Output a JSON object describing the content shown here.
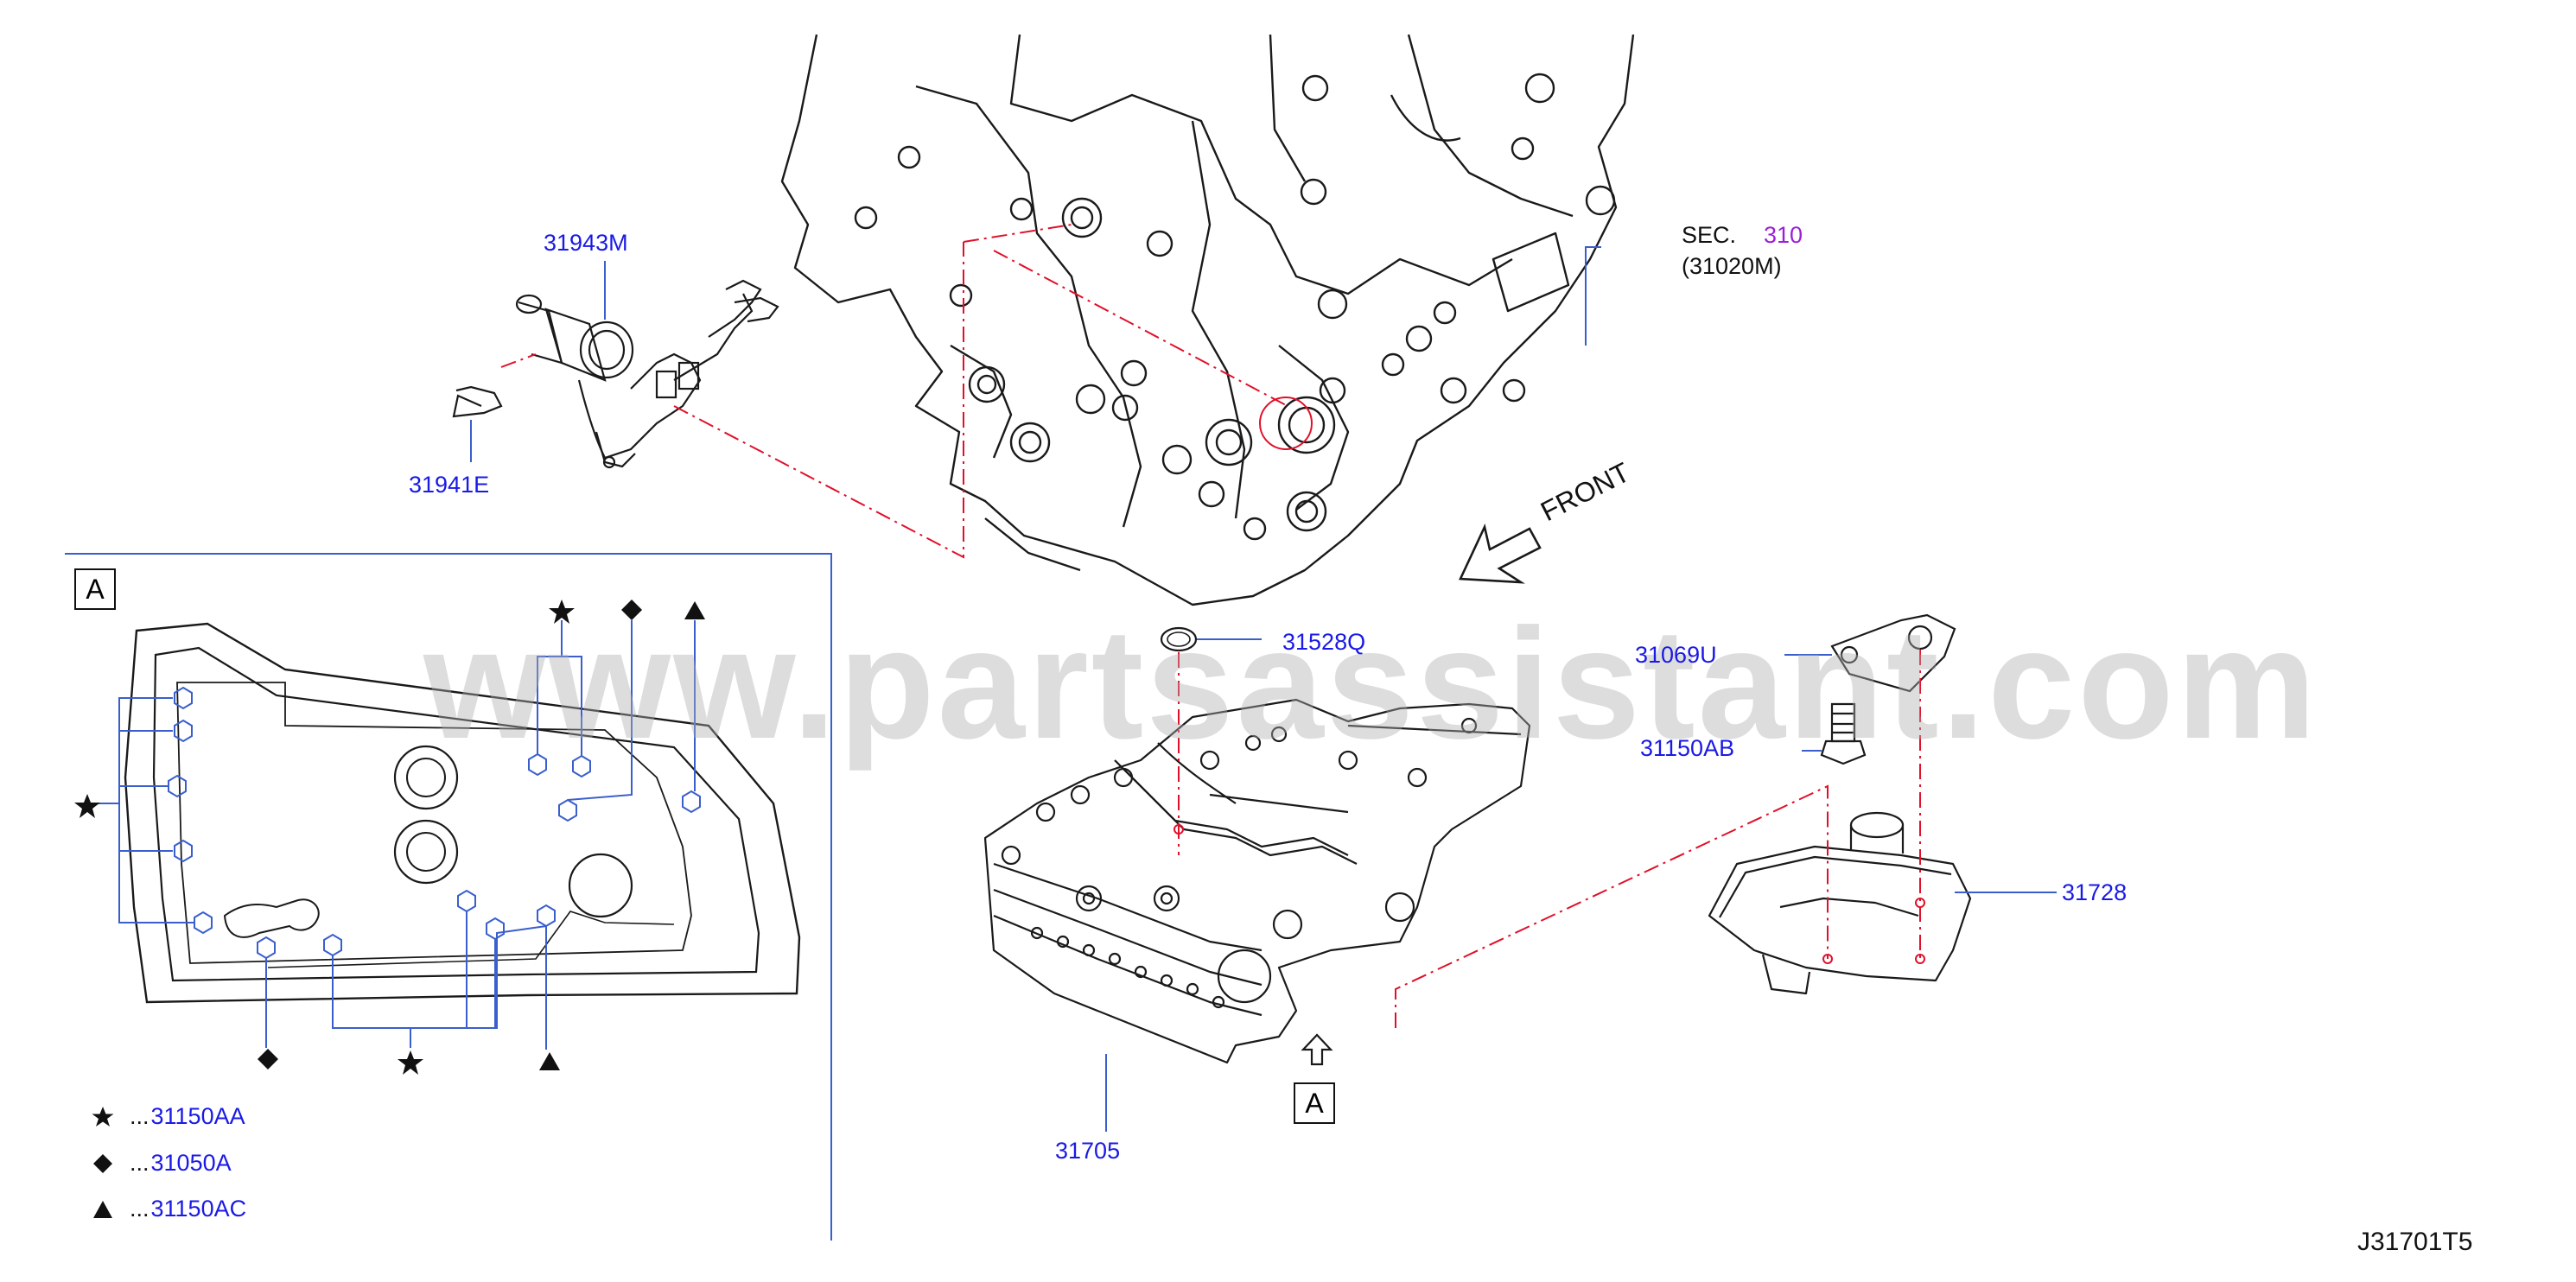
{
  "watermark": "www.partsassistant.com",
  "labels": {
    "p31943M": "31943M",
    "p31941E": "31941E",
    "sec": "SEC.",
    "sec_num": "310",
    "sec_ref": "(31020M)",
    "front": "FRONT",
    "p31528Q": "31528Q",
    "p31069U": "31069U",
    "p31150AB": "31150AB",
    "p31728": "31728",
    "p31705": "31705",
    "view_a_box": "A",
    "view_a_arrow_box": "A",
    "diagram_code": "J31701T5"
  },
  "legend": [
    {
      "symbol": "star-icon",
      "dots": "...",
      "part": "31150AA"
    },
    {
      "symbol": "diamond-icon",
      "dots": "...",
      "part": "31050A"
    },
    {
      "symbol": "triangle-icon",
      "dots": "...",
      "part": "31150AC"
    }
  ],
  "colors": {
    "part_label": "#1a1ae6",
    "section_number": "#9b1fd6",
    "leader_line": "#3a5fcd",
    "phantom_line": "#e0102a",
    "drawing": "#1a1a1a"
  }
}
